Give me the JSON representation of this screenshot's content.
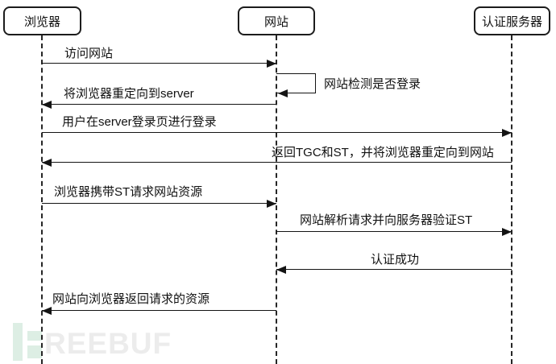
{
  "diagram": {
    "type": "sequence-diagram",
    "topic": "SSO / CAS login flow",
    "actors": [
      {
        "label": "浏览器"
      },
      {
        "label": "网站"
      },
      {
        "label": "认证服务器"
      }
    ],
    "messages": [
      {
        "label": "访问网站",
        "from": "浏览器",
        "to": "网站"
      },
      {
        "label": "网站检测是否登录",
        "from": "网站",
        "to": "网站",
        "type": "self"
      },
      {
        "label": "将浏览器重定向到server",
        "from": "网站",
        "to": "浏览器"
      },
      {
        "label": "用户在server登录页进行登录",
        "from": "浏览器",
        "to": "认证服务器"
      },
      {
        "label": "返回TGC和ST，并将浏览器重定向到网站",
        "from": "认证服务器",
        "to": "浏览器"
      },
      {
        "label": "浏览器携带ST请求网站资源",
        "from": "浏览器",
        "to": "网站"
      },
      {
        "label": "网站解析请求并向服务器验证ST",
        "from": "网站",
        "to": "认证服务器"
      },
      {
        "label": "认证成功",
        "from": "认证服务器",
        "to": "网站"
      },
      {
        "label": "网站向浏览器返回请求的资源",
        "from": "网站",
        "to": "浏览器"
      }
    ],
    "watermark": {
      "text": "REEBUF"
    },
    "colors": {
      "line": "#141414",
      "watermark_green": "#ddeee4",
      "watermark_gray": "#ececec",
      "background": "#ffffff"
    }
  }
}
